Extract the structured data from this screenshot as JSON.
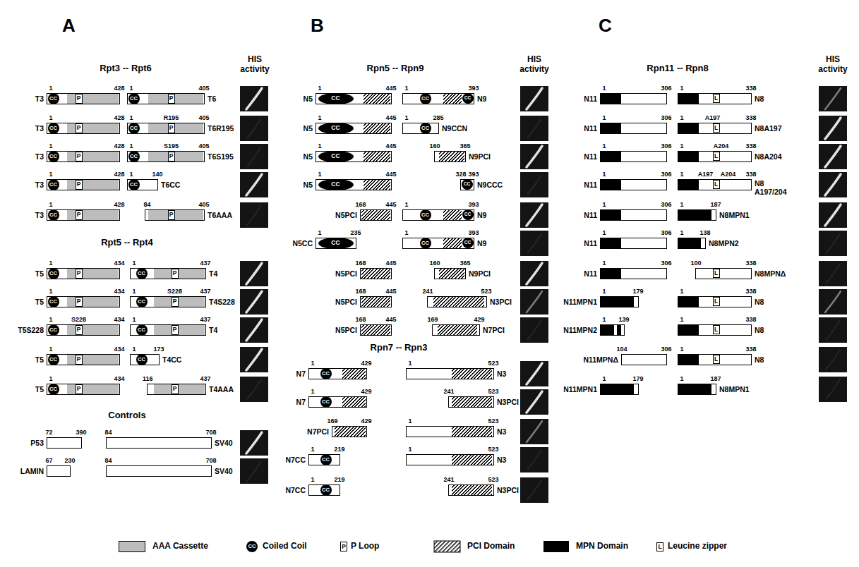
{
  "diagram": {
    "nodes": [
      {
        "text": [
          "T3",
          "1",
          "428"
        ]
      },
      {
        "text": [
          "CC"
        ],
        "in": 0
      },
      {
        "text": [
          "P"
        ],
        "in": 0
      },
      {
        "text": [
          "T6",
          "1",
          "405"
        ]
      },
      {
        "text": [
          "CC"
        ],
        "in": 3
      },
      {
        "text": [
          "P"
        ],
        "in": 3
      },
      {
        "text": [
          "T3",
          "1",
          "428"
        ]
      },
      {
        "text": [
          "CC"
        ],
        "in": 6
      },
      {
        "text": [
          "P"
        ],
        "in": 6
      },
      {
        "text": [
          "T6R195",
          "1",
          "405",
          "R195"
        ]
      },
      {
        "text": [
          "CC"
        ],
        "in": 9
      },
      {
        "text": [
          "P"
        ],
        "in": 9
      },
      {
        "text": [
          "T3",
          "1",
          "428"
        ]
      },
      {
        "text": [
          "CC"
        ],
        "in": 12
      },
      {
        "text": [
          "P"
        ],
        "in": 12
      },
      {
        "text": [
          "T6S195",
          "1",
          "405",
          "S195"
        ]
      },
      {
        "text": [
          "CC"
        ],
        "in": 15
      },
      {
        "text": [
          "P"
        ],
        "in": 15
      },
      {
        "text": [
          "T3",
          "1",
          "428"
        ]
      },
      {
        "text": [
          "CC"
        ],
        "in": 18
      },
      {
        "text": [
          "P"
        ],
        "in": 18
      },
      {
        "text": [
          "T6CC",
          "1",
          "140"
        ]
      },
      {
        "text": [
          "CC"
        ],
        "in": 21
      },
      {
        "text": [
          "T3",
          "1",
          "428"
        ]
      },
      {
        "text": [
          "CC"
        ],
        "in": 23
      },
      {
        "text": [
          "P"
        ],
        "in": 23
      },
      {
        "text": [
          "T6AAA",
          "84",
          "405"
        ]
      },
      {
        "text": [
          "P"
        ],
        "in": 26
      },
      {
        "text": [
          "T5",
          "1",
          "434"
        ]
      },
      {
        "text": [
          "CC"
        ],
        "in": 28
      },
      {
        "text": [
          "P"
        ],
        "in": 28
      },
      {
        "text": [
          "T4",
          "1",
          "437"
        ]
      },
      {
        "text": [
          "CC"
        ],
        "in": 31
      },
      {
        "text": [
          "P"
        ],
        "in": 31
      },
      {
        "text": [
          "T5",
          "1",
          "434"
        ]
      },
      {
        "text": [
          "CC"
        ],
        "in": 34
      },
      {
        "text": [
          "P"
        ],
        "in": 34
      },
      {
        "text": [
          "T4S228",
          "1",
          "437",
          "S228"
        ]
      },
      {
        "text": [
          "CC"
        ],
        "in": 37
      },
      {
        "text": [
          "P"
        ],
        "in": 37
      },
      {
        "text": [
          "T5S228",
          "1",
          "434",
          "S228"
        ]
      },
      {
        "text": [
          "CC"
        ],
        "in": 40
      },
      {
        "text": [
          "P"
        ],
        "in": 40
      },
      {
        "text": [
          "T4",
          "1",
          "437"
        ]
      },
      {
        "text": [
          "CC"
        ],
        "in": 43
      },
      {
        "text": [
          "P"
        ],
        "in": 43
      },
      {
        "text": [
          "T5",
          "1",
          "434"
        ]
      },
      {
        "text": [
          "CC"
        ],
        "in": 46
      },
      {
        "text": [
          "P"
        ],
        "in": 46
      },
      {
        "text": [
          "T4CC",
          "1",
          "173"
        ]
      },
      {
        "text": [
          "CC"
        ],
        "in": 49
      },
      {
        "text": [
          "T5",
          "1",
          "434"
        ]
      },
      {
        "text": [
          "CC"
        ],
        "in": 51
      },
      {
        "text": [
          "P"
        ],
        "in": 51
      },
      {
        "text": [
          "T4AAA",
          "116",
          "437"
        ]
      },
      {
        "text": [
          "P"
        ],
        "in": 54
      },
      {
        "text": [
          "P53",
          "72",
          "390"
        ]
      },
      {
        "text": [
          "SV40",
          "84",
          "708"
        ]
      },
      {
        "text": [
          "LAMIN",
          "67",
          "230"
        ]
      },
      {
        "text": [
          "SV40",
          "84",
          "708"
        ]
      },
      {
        "text": [
          "N5",
          "1",
          "445"
        ]
      },
      {
        "text": [
          "CC"
        ],
        "in": 60
      },
      {
        "text": [
          "N9",
          "1",
          "393"
        ]
      },
      {
        "text": [
          "CC"
        ],
        "in": 62
      },
      {
        "text": [
          "CC"
        ],
        "in": 62
      },
      {
        "text": [
          "N5",
          "1",
          "445"
        ]
      },
      {
        "text": [
          "CC"
        ],
        "in": 65
      },
      {
        "text": [
          "N9CCN",
          "1",
          "285"
        ]
      },
      {
        "text": [
          "CC"
        ],
        "in": 67
      },
      {
        "text": [
          "N5",
          "1",
          "445"
        ]
      },
      {
        "text": [
          "CC"
        ],
        "in": 69
      },
      {
        "text": [
          "N9PCI",
          "160",
          "365"
        ]
      },
      {
        "text": [
          "N5",
          "1",
          "445"
        ]
      },
      {
        "text": [
          "CC"
        ],
        "in": 72
      },
      {
        "text": [
          "N9CCC",
          "328",
          "393"
        ]
      },
      {
        "text": [
          "CC"
        ],
        "in": 74
      },
      {
        "text": [
          "N5PCI",
          "168",
          "445"
        ]
      },
      {
        "text": [
          "N9",
          "1",
          "393"
        ]
      },
      {
        "text": [
          "CC"
        ],
        "in": 77
      },
      {
        "text": [
          "CC"
        ],
        "in": 77
      },
      {
        "text": [
          "N5CC",
          "1",
          "235"
        ]
      },
      {
        "text": [
          "CC"
        ],
        "in": 80
      },
      {
        "text": [
          "N9",
          "1",
          "393"
        ]
      },
      {
        "text": [
          "CC"
        ],
        "in": 82
      },
      {
        "text": [
          "CC"
        ],
        "in": 82
      },
      {
        "text": [
          "N5PCI",
          "168",
          "445"
        ]
      },
      {
        "text": [
          "N9PCI",
          "160",
          "365"
        ]
      },
      {
        "text": [
          "N5PCI",
          "168",
          "445"
        ]
      },
      {
        "text": [
          "N3PCI",
          "241",
          "523"
        ]
      },
      {
        "text": [
          "N5PCI",
          "168",
          "445"
        ]
      },
      {
        "text": [
          "N7PCI",
          "169",
          "429"
        ]
      },
      {
        "text": [
          "N7",
          "1",
          "429"
        ]
      },
      {
        "text": [
          "CC"
        ],
        "in": 91
      },
      {
        "text": [
          "N3",
          "1",
          "523"
        ]
      },
      {
        "text": [
          "N7",
          "1",
          "429"
        ]
      },
      {
        "text": [
          "CC"
        ],
        "in": 94
      },
      {
        "text": [
          "N3PCI",
          "241",
          "523"
        ]
      },
      {
        "text": [
          "N7PCI",
          "169",
          "429"
        ]
      },
      {
        "text": [
          "N3",
          "1",
          "523"
        ]
      },
      {
        "text": [
          "N7CC",
          "1",
          "219"
        ]
      },
      {
        "text": [
          "CC"
        ],
        "in": 99
      },
      {
        "text": [
          "N3",
          "1",
          "523"
        ]
      },
      {
        "text": [
          "N7CC",
          "1",
          "219"
        ]
      },
      {
        "text": [
          "CC"
        ],
        "in": 102
      },
      {
        "text": [
          "N3PCI",
          "241",
          "523"
        ]
      },
      {
        "text": [
          "N11",
          "1",
          "306"
        ]
      },
      {
        "text": [
          "N8",
          "1",
          "338"
        ]
      },
      {
        "text": [
          "L"
        ],
        "in": 106
      },
      {
        "text": [
          "N11",
          "1",
          "306"
        ]
      },
      {
        "text": [
          "N8A197",
          "1",
          "338",
          "A197"
        ]
      },
      {
        "text": [
          "L"
        ],
        "in": 109
      },
      {
        "text": [
          "N11",
          "1",
          "306"
        ]
      },
      {
        "text": [
          "N8A204",
          "1",
          "338",
          "A204"
        ]
      },
      {
        "text": [
          "L"
        ],
        "in": 112
      },
      {
        "text": [
          "N11",
          "1",
          "306"
        ]
      },
      {
        "text": [
          "N8 A197/204",
          "1",
          "338",
          "A197",
          "A204"
        ]
      },
      {
        "text": [
          "L"
        ],
        "in": 115
      },
      {
        "text": [
          "N11",
          "1",
          "306"
        ]
      },
      {
        "text": [
          "N8MPN1",
          "1",
          "187"
        ]
      },
      {
        "text": [
          "N11",
          "1",
          "306"
        ]
      },
      {
        "text": [
          "N8MPN2",
          "1",
          "138"
        ]
      },
      {
        "text": [
          "N11",
          "1",
          "306"
        ]
      },
      {
        "text": [
          "N8MPNΔ",
          "100",
          "338"
        ]
      },
      {
        "text": [
          "L"
        ],
        "in": 122
      },
      {
        "text": [
          "N11MPN1",
          "1",
          "179"
        ]
      },
      {
        "text": [
          "N8",
          "1",
          "338"
        ]
      },
      {
        "text": [
          "L"
        ],
        "in": 125
      },
      {
        "text": [
          "N11MPN2",
          "1",
          "139"
        ]
      },
      {
        "text": [
          "N8",
          "1",
          "338"
        ]
      },
      {
        "text": [
          "L"
        ],
        "in": 128
      },
      {
        "text": [
          "N11MPNΔ",
          "104",
          "306"
        ]
      },
      {
        "text": [
          "N8",
          "1",
          "338"
        ]
      },
      {
        "text": [
          "L"
        ],
        "in": 131
      },
      {
        "text": [
          "N11MPN1",
          "1",
          "179"
        ]
      },
      {
        "text": [
          "N8MPN1",
          "1",
          "187"
        ]
      }
    ],
    "labels": [
      "A",
      "Rpt3 -- Rpt6",
      "HIS activity",
      "Rpt5 -- Rpt4",
      "Controls",
      "B",
      "Rpn5 -- Rpn9",
      "HIS activity",
      "Rpn7 -- Rpn3",
      "C",
      "Rpn11 -- Rpn8",
      "HIS activity",
      "CC",
      "P",
      "L"
    ],
    "legend": [
      {
        "text": "AAA Cassette",
        "color": "#bdbdbd"
      },
      {
        "text": "Coiled Coil"
      },
      {
        "text": "P Loop"
      },
      {
        "text": "PCI Domain"
      },
      {
        "text": "MPN Domain",
        "color": "#000000"
      },
      {
        "text": "Leucine zipper"
      }
    ]
  }
}
